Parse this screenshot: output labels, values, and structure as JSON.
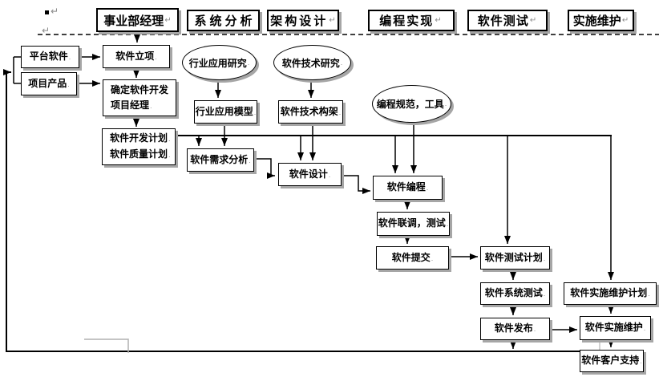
{
  "decor": {
    "bullet": "",
    "pilcrow1": "↵",
    "pilcrow2": "↵"
  },
  "headers": [
    {
      "label": "事业部经理",
      "mark": "↵"
    },
    {
      "label": "系统分析",
      "mark": ""
    },
    {
      "label": "架构设计",
      "mark": "↵"
    },
    {
      "label": "编程实现",
      "mark": "↵"
    },
    {
      "label": "软件测试",
      "mark": "↵"
    },
    {
      "label": "实施维护",
      "mark": "↵"
    }
  ],
  "ellipses": {
    "industry_research": {
      "label": "行业应用研究",
      "mark": "."
    },
    "tech_research": {
      "label": "软件技术研究",
      "mark": "."
    },
    "coding_spec": {
      "label": "编程规范，工具",
      "mark": "."
    }
  },
  "boxes": {
    "platform": {
      "label": "平台软件",
      "mark": "."
    },
    "product": {
      "label": "项目产品",
      "mark": "."
    },
    "initiate": {
      "label": "软件立项",
      "mark": "."
    },
    "confirm": {
      "line1": "确定软件开发",
      "line2": "项目经理",
      "mark": "."
    },
    "plan": {
      "line1": "软件开发计划",
      "line2": "软件质量计划",
      "mark": "."
    },
    "model": {
      "label": "行业应用模型",
      "mark": "."
    },
    "arch": {
      "label": "软件技术构架",
      "mark": "."
    },
    "req": {
      "label": "软件需求分析",
      "mark": "."
    },
    "design": {
      "label": "软件设计",
      "mark": "."
    },
    "coding": {
      "label": "软件编程",
      "mark": "."
    },
    "joint": {
      "label": "软件联调，测试",
      "mark": "."
    },
    "submit": {
      "label": "软件提交",
      "mark": "."
    },
    "testplan": {
      "label": "软件测试计划",
      "mark": "."
    },
    "systest": {
      "label": "软件系统测试",
      "mark": "."
    },
    "release": {
      "label": "软件发布",
      "mark": "."
    },
    "maintplan": {
      "label": "软件实施维护计划",
      "mark": "."
    },
    "maint": {
      "label": "软件实施维护",
      "mark": "."
    },
    "support": {
      "label": "软件客户支持",
      "mark": "."
    }
  },
  "colors": {
    "line": "#000000",
    "shadow": "#a6a6a6",
    "artifact_gray": "#b0b0b0"
  }
}
